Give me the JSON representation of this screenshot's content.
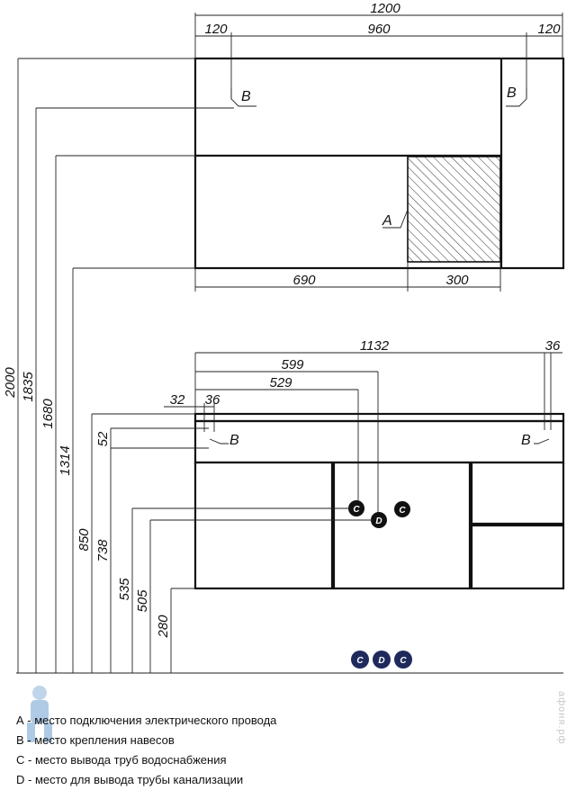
{
  "mirror_dims": {
    "total_width": "1200",
    "left_offset": "120",
    "middle_span": "960",
    "right_offset": "120",
    "bottom_left": "690",
    "bottom_right": "300"
  },
  "cabinet_dims": {
    "width": "1132",
    "right_offset": "36",
    "d_position": "599",
    "c_position": "529",
    "left_32": "32",
    "left_36": "36"
  },
  "heights": [
    "2000",
    "1835",
    "1680",
    "1314",
    "850",
    "738",
    "52",
    "535",
    "505",
    "280"
  ],
  "markers": {
    "a": "A",
    "b": "B",
    "c": "C",
    "d": "D"
  },
  "legend": [
    "А - место подключения электрического провода",
    "В - место крепления навесов",
    "С - место вывода труб водоснабжения",
    "D - место для вывода трубы канализации"
  ],
  "watermark": "афоня.рф",
  "colors": {
    "marker_fill": "#111111",
    "marker_blue": "#1f2a5c",
    "hatch": "#333333",
    "line": "#111111"
  }
}
